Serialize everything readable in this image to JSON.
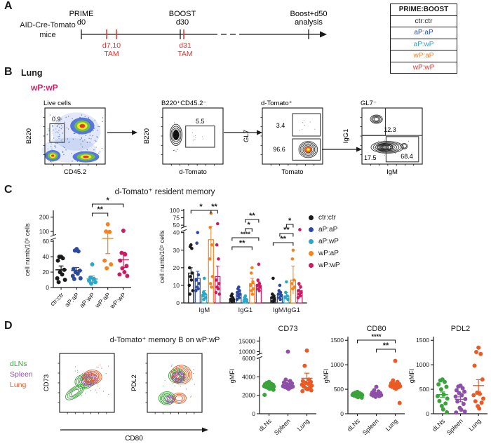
{
  "colors": {
    "groups": [
      "#1a1a1a",
      "#2b4a9e",
      "#2ba7c7",
      "#f5821f",
      "#cb1b63"
    ],
    "table_red": "#e5332a",
    "tam_red": "#e8312a",
    "organs": [
      "#3ba33b",
      "#8e4fa8",
      "#ea5a24"
    ],
    "condition_pink": "#e0186c"
  },
  "panel_a": {
    "label": "A",
    "mouse_line1": "AID-Cre-Tomato",
    "mouse_line2": "mice",
    "timeline": {
      "prime": "PRIME",
      "prime_day": "d0",
      "tam1_days": "d7,10",
      "tam1": "TAM",
      "boost": "BOOST",
      "boost_day": "d30",
      "tam2_days": "d31",
      "tam2": "TAM",
      "end_line1": "Boost+d50",
      "end_line2": "analysis"
    },
    "table": {
      "header": "PRIME:BOOST",
      "rows": [
        {
          "label": "ctr:ctr",
          "color": "#1a1a1a"
        },
        {
          "label": "aP:aP",
          "color": "#2b4a9e"
        },
        {
          "label": "aP:wP",
          "color": "#2ba7c7"
        },
        {
          "label": "wP:aP",
          "color": "#f5821f"
        },
        {
          "label": "wP:wP",
          "color": "#e5332a"
        }
      ]
    }
  },
  "panel_b": {
    "label": "B",
    "tissue": "Lung",
    "condition": "wP:wP",
    "plots": [
      {
        "title": "Live cells",
        "ylabel": "B220",
        "xlabel": "CD45.2",
        "gate": "0.9"
      },
      {
        "title": "B220⁺CD45.2⁻",
        "ylabel": "B220",
        "xlabel": "d-Tomato",
        "gate": "5.5"
      },
      {
        "title": "d-Tomato⁺",
        "ylabel": "GL7",
        "xlabel": "Tomato",
        "gate_top": "3.4",
        "gate_bottom": "96.6"
      },
      {
        "title": "GL7⁻",
        "ylabel": "IgG1",
        "xlabel": "IgM",
        "q_upper": "12.3",
        "q_lower_left": "17.5",
        "q_lower_right": "68.4"
      }
    ]
  },
  "panel_c": {
    "label": "C",
    "title": "d-Tomato⁺ resident memory",
    "legend": [
      {
        "label": "ctr:ctr",
        "color": "#1a1a1a"
      },
      {
        "label": "aP:aP",
        "color": "#2b4a9e"
      },
      {
        "label": "aP:wP",
        "color": "#2ba7c7"
      },
      {
        "label": "wP:aP",
        "color": "#f5821f"
      },
      {
        "label": "wP:wP",
        "color": "#cb1b63"
      }
    ]
  },
  "panel_d": {
    "label": "D",
    "title": "d-Tomato⁺ memory B on wP:wP",
    "legend": [
      {
        "label": "dLNs",
        "color": "#3ba33b"
      },
      {
        "label": "Spleen",
        "color": "#8e4fa8"
      },
      {
        "label": "Lung",
        "color": "#ea5a24"
      }
    ],
    "contour1_ylabel": "CD73",
    "contour2_ylabel": "PDL2",
    "contour_xlabel": "CD80"
  },
  "chart_data": [
    {
      "id": "cLeft",
      "type": "scatter",
      "ylabel": "cell numb/10⁵ cells",
      "categories": [
        "ctr:ctr",
        "aP:aP",
        "aP:wP",
        "wP:aP",
        "wP:wP"
      ],
      "colors": [
        "#1a1a1a",
        "#2b4a9e",
        "#2ba7c7",
        "#f5821f",
        "#cb1b63"
      ],
      "ticks": [
        [
          0,
          "0"
        ],
        [
          20,
          "20"
        ],
        [
          40,
          "40"
        ],
        [
          60,
          "60"
        ],
        [
          100,
          "100"
        ],
        [
          200,
          "200"
        ]
      ],
      "scale": [
        [
          0,
          60,
          0,
          0.61
        ],
        [
          60,
          100,
          0.61,
          0.74
        ],
        [
          100,
          200,
          0.74,
          0.93
        ]
      ],
      "break_frac": 0.665,
      "ylim_note": "axis break between 60 and 100",
      "points": [
        [
          40,
          40,
          38,
          35,
          23,
          20,
          17,
          12,
          10,
          7
        ],
        [
          50,
          48,
          47,
          24,
          22,
          20,
          18,
          15,
          12,
          11
        ],
        [
          30,
          13,
          11,
          9,
          7,
          5
        ],
        [
          150,
          100,
          98,
          35,
          30,
          25
        ],
        [
          105,
          45,
          43,
          35,
          28,
          25,
          20,
          17,
          15
        ]
      ],
      "means": [
        23,
        22,
        11,
        72,
        36
      ],
      "sems": [
        5,
        4,
        4,
        28,
        10
      ],
      "sig": [
        {
          "a": 2,
          "b": 3,
          "label": "**",
          "h": 0
        },
        {
          "a": 2,
          "b": 4,
          "label": "*",
          "h": 1
        }
      ]
    },
    {
      "id": "cRight",
      "type": "grouped",
      "ylabel": "cell numb/10⁵ cells",
      "groups": [
        "IgM",
        "IgG1",
        "IgM/IgG1"
      ],
      "series": [
        "ctr:ctr",
        "aP:aP",
        "aP:wP",
        "wP:aP",
        "wP:wP"
      ],
      "colors": [
        "#1a1a1a",
        "#2b4a9e",
        "#2ba7c7",
        "#f5821f",
        "#cb1b63"
      ],
      "ticks": [
        [
          0,
          "0"
        ],
        [
          10,
          "10"
        ],
        [
          20,
          "20"
        ],
        [
          30,
          "30"
        ],
        [
          40,
          "40"
        ],
        [
          50,
          "50"
        ],
        [
          75,
          "75"
        ],
        [
          100,
          "100"
        ]
      ],
      "scale": [
        [
          0,
          40,
          0,
          0.76
        ],
        [
          40,
          50,
          0.76,
          0.84
        ],
        [
          50,
          75,
          0.84,
          0.92
        ],
        [
          75,
          100,
          0.92,
          1.0
        ]
      ],
      "break_frac": 0.8,
      "points": [
        [
          [
            33,
            32,
            31,
            20,
            17,
            15,
            13,
            10,
            7,
            5
          ],
          [
            40,
            34,
            16,
            13,
            11,
            9,
            8,
            7
          ],
          [
            14,
            6,
            5,
            4,
            3,
            2
          ],
          [
            90,
            47,
            33,
            25,
            15,
            11,
            9
          ],
          [
            55,
            33,
            25,
            13,
            11,
            9,
            8,
            6,
            5
          ]
        ],
        [
          [
            5,
            4,
            3,
            2,
            2,
            1,
            1
          ],
          [
            9,
            8,
            7,
            6,
            5,
            4,
            3,
            2
          ],
          [
            4,
            3,
            2,
            1,
            1
          ],
          [
            20,
            17,
            12,
            10,
            8,
            7,
            5
          ],
          [
            22,
            13,
            11,
            10,
            9,
            8,
            7
          ]
        ],
        [
          [
            14,
            5,
            4,
            3,
            2,
            1,
            1
          ],
          [
            10,
            7,
            6,
            5,
            4,
            3,
            2
          ],
          [
            12,
            6,
            4,
            3,
            2
          ],
          [
            30,
            25,
            13,
            11,
            9,
            8
          ],
          [
            44,
            11,
            9,
            7,
            6,
            5,
            4,
            3
          ]
        ]
      ],
      "means": [
        [
          17,
          14,
          5,
          36,
          15
        ],
        [
          2,
          5,
          2,
          11,
          10
        ],
        [
          3,
          5,
          4,
          13,
          7
        ]
      ],
      "sems": [
        [
          3,
          4,
          2,
          12,
          6
        ],
        [
          0.7,
          1.2,
          0.8,
          3,
          2
        ],
        [
          1.5,
          1.2,
          1.8,
          8,
          3
        ]
      ],
      "sig": [
        {
          "g": 0,
          "a": 0,
          "b": 3,
          "label": "*",
          "h": 0
        },
        {
          "g": 0,
          "a": 3,
          "b": 4,
          "label": "**",
          "h": 0
        },
        {
          "g": 1,
          "a": 0,
          "b": 3,
          "label": "**",
          "h": 0
        },
        {
          "g": 1,
          "a": 0,
          "b": 4,
          "label": "****",
          "h": 1
        },
        {
          "g": 1,
          "a": 2,
          "b": 3,
          "label": "*",
          "h": 2
        },
        {
          "g": 1,
          "a": 2,
          "b": 4,
          "label": "**",
          "h": 3
        },
        {
          "g": 2,
          "a": 0,
          "b": 3,
          "label": "**",
          "h": 0
        },
        {
          "g": 2,
          "a": 1,
          "b": 3,
          "label": "**",
          "h": 1
        },
        {
          "g": 2,
          "a": 2,
          "b": 3,
          "label": "*",
          "h": 2
        }
      ]
    },
    {
      "id": "dCD73",
      "type": "scatter",
      "title": "CD73",
      "ylabel": "gMFI",
      "categories": [
        "dLNs",
        "Spleen",
        "Lung"
      ],
      "colors": [
        "#3ba33b",
        "#8e4fa8",
        "#ea5a24"
      ],
      "ticks": [
        [
          0,
          "0"
        ],
        [
          2000,
          "2000"
        ],
        [
          4000,
          "4000"
        ],
        [
          6000,
          "6000"
        ],
        [
          10000,
          "10000"
        ],
        [
          15000,
          "15000"
        ]
      ],
      "scale": [
        [
          0,
          6000,
          0,
          0.73
        ],
        [
          6000,
          10000,
          0.73,
          0.82
        ],
        [
          10000,
          15000,
          0.82,
          0.96
        ]
      ],
      "break_frac": 0.765,
      "points": [
        [
          3450,
          3350,
          3250,
          3200,
          3150,
          3100,
          3050,
          3000,
          2950,
          2900,
          2850,
          2800,
          2700,
          2600,
          2050
        ],
        [
          10000,
          3700,
          3550,
          3400,
          3300,
          3200,
          3100,
          3000,
          2950,
          2900,
          2850,
          2800,
          2700
        ],
        [
          10500,
          5200,
          3700,
          3550,
          3450,
          3350,
          3250,
          3150,
          3050,
          2950,
          2850,
          2750,
          2650,
          2550,
          2450
        ]
      ],
      "means": [
        3000,
        3300,
        3850
      ],
      "sems": [
        90,
        300,
        550
      ],
      "sig": []
    },
    {
      "id": "dCD80",
      "type": "scatter",
      "title": "CD80",
      "ylabel": "gMFI",
      "categories": [
        "dLNs",
        "Spleen",
        "Lung"
      ],
      "colors": [
        "#3ba33b",
        "#8e4fa8",
        "#ea5a24"
      ],
      "ticks": [
        [
          0,
          "0"
        ],
        [
          500,
          "500"
        ],
        [
          1000,
          "1000"
        ],
        [
          1500,
          "1500"
        ]
      ],
      "scale": [
        [
          0,
          1500,
          0,
          0.97
        ]
      ],
      "points": [
        [
          445,
          430,
          420,
          410,
          400,
          395,
          390,
          385,
          380,
          370,
          360,
          350,
          340,
          330
        ],
        [
          550,
          480,
          455,
          435,
          420,
          410,
          400,
          390,
          380,
          370,
          360,
          345
        ],
        [
          1080,
          680,
          650,
          625,
          605,
          590,
          580,
          570,
          560,
          550,
          540,
          525,
          510,
          220
        ]
      ],
      "means": [
        385,
        410,
        590
      ],
      "sems": [
        9,
        17,
        50
      ],
      "sig": [
        {
          "a": 0,
          "b": 2,
          "label": "****",
          "h": 1
        },
        {
          "a": 1,
          "b": 2,
          "label": "**",
          "h": 0
        }
      ]
    },
    {
      "id": "dPDL2",
      "type": "scatter",
      "title": "PDL2",
      "ylabel": "gMFI",
      "categories": [
        "dLNs",
        "Spleen",
        "Lung"
      ],
      "colors": [
        "#3ba33b",
        "#8e4fa8",
        "#ea5a24"
      ],
      "ticks": [
        [
          0,
          "0"
        ],
        [
          500,
          "500"
        ],
        [
          1000,
          "1000"
        ],
        [
          1500,
          "1500"
        ]
      ],
      "scale": [
        [
          0,
          1500,
          0,
          0.97
        ]
      ],
      "points": [
        [
          700,
          680,
          650,
          600,
          550,
          500,
          390,
          360,
          310,
          260,
          210,
          160,
          90,
          30
        ],
        [
          575,
          555,
          520,
          480,
          450,
          420,
          380,
          350,
          300,
          250,
          200,
          120,
          80,
          45,
          25
        ],
        [
          1350,
          1260,
          1220,
          980,
          700,
          430,
          405,
          380,
          310,
          255,
          225,
          155,
          105
        ]
      ],
      "means": [
        390,
        295,
        575
      ],
      "sems": [
        55,
        50,
        120
      ],
      "sig": []
    }
  ]
}
